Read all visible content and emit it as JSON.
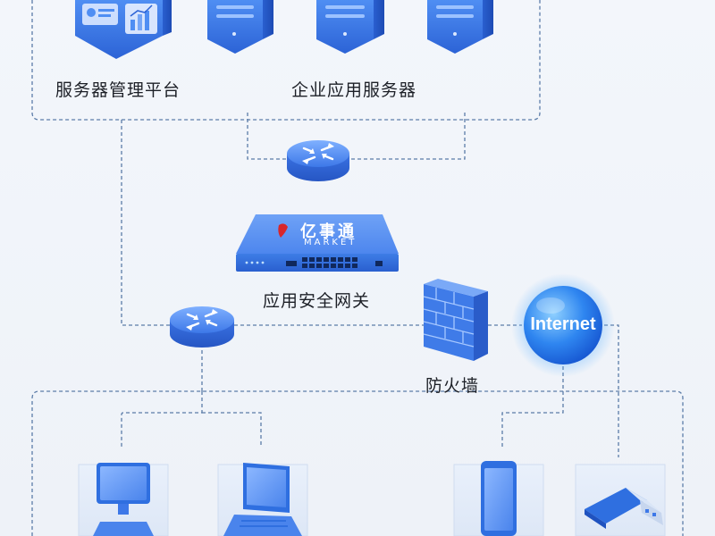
{
  "labels": {
    "server_platform": "服务器管理平台",
    "enterprise_servers": "企业应用服务器",
    "app_gateway": "应用安全网关",
    "firewall": "防火墙",
    "internet": "Internet"
  },
  "gateway_brand": {
    "name": "亿事通",
    "sub": "MARKET"
  },
  "colors": {
    "primary_blue": "#2f6fe0",
    "light_blue": "#5b94f0",
    "dashed_line": "#5b7ca8",
    "brand_red": "#d8262b",
    "label_text": "#1c1f26"
  },
  "icons": [
    "server-icon",
    "router-icon",
    "gateway-icon",
    "firewall-icon",
    "globe-icon",
    "desktop-icon",
    "laptop-icon",
    "phone-icon",
    "usb-drive-icon"
  ]
}
